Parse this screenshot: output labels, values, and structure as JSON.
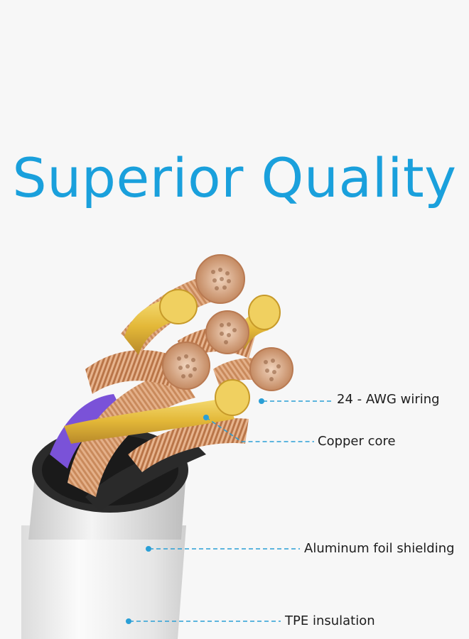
{
  "title": "Superior Quality",
  "colors": {
    "title": "#1aa0dc",
    "leader": "#2a9fd6",
    "copper": "#c98a5c",
    "gold": "#e8c24a",
    "jacket": "#e9e9e9",
    "purple": "#7a52d8",
    "background": "#f7f7f7"
  },
  "callouts": [
    {
      "label": "24 - AWG wiring"
    },
    {
      "label": "Copper core"
    },
    {
      "label": "Aluminum foil shielding"
    },
    {
      "label": "TPE insulation"
    }
  ]
}
